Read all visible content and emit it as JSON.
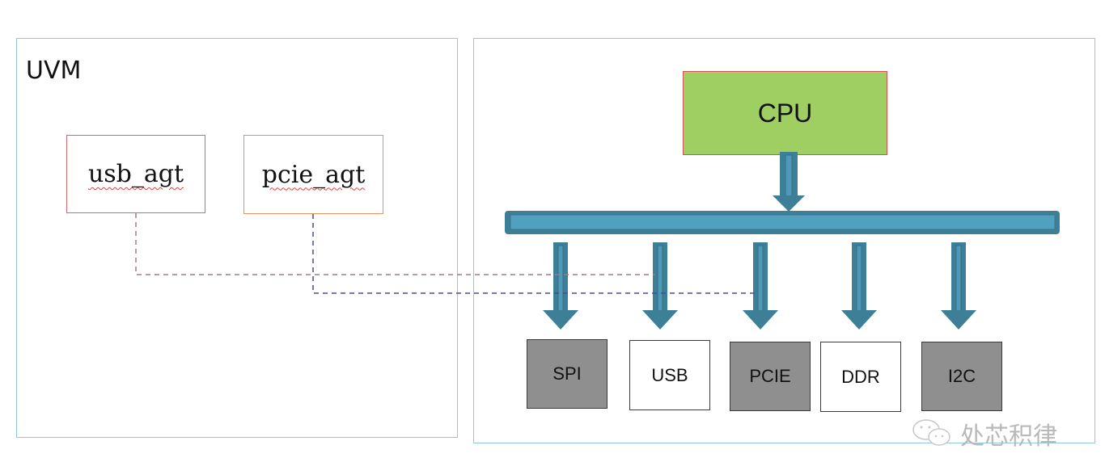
{
  "uvm": {
    "title": "UVM",
    "agents": [
      {
        "label": "usb_agt",
        "target": "USB"
      },
      {
        "label": "pcie_agt",
        "target": "PCIE"
      }
    ]
  },
  "soc": {
    "cpu": {
      "label": "CPU",
      "color": "#9fce63"
    },
    "bus_color": "#4f9fbf",
    "peripherals": [
      {
        "label": "SPI",
        "style": "dark"
      },
      {
        "label": "USB",
        "style": "light"
      },
      {
        "label": "PCIE",
        "style": "dark"
      },
      {
        "label": "DDR",
        "style": "light"
      },
      {
        "label": "I2C",
        "style": "dark"
      }
    ]
  },
  "watermark": {
    "text": "处芯积律",
    "icon": "wechat-icon"
  }
}
